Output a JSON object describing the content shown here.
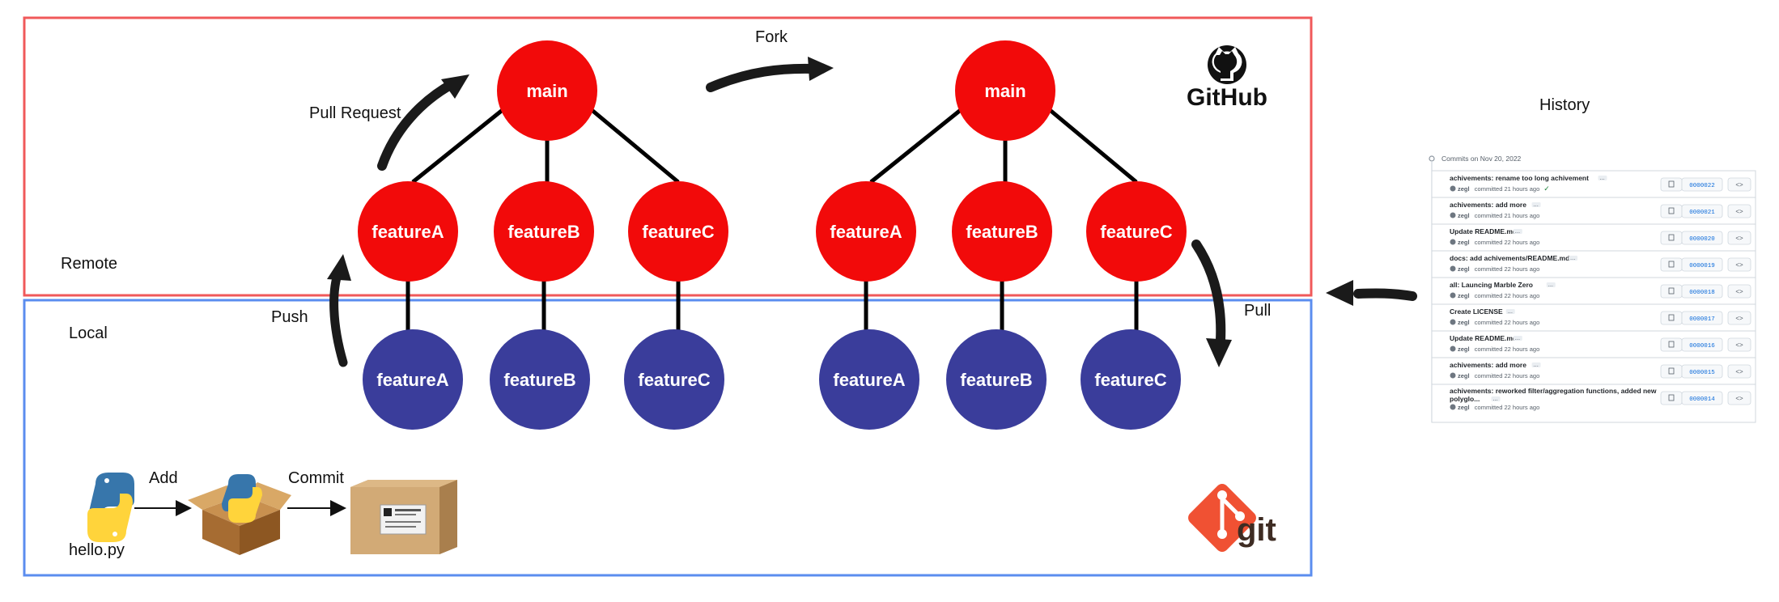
{
  "colors": {
    "remote_border": "#f0595a",
    "local_border": "#5b8def",
    "remote_node": "#f20a0a",
    "local_node": "#3a3d9b",
    "edge": "#000000"
  },
  "areas": {
    "remote_label": "Remote",
    "local_label": "Local"
  },
  "labels": {
    "pull_request": "Pull Request",
    "fork": "Fork",
    "push": "Push",
    "pull": "Pull",
    "add": "Add",
    "commit": "Commit",
    "hello_file": "hello.py",
    "history": "History"
  },
  "logos": {
    "github_text": "GitHub",
    "git_text": "git"
  },
  "left_repo": {
    "remote_root": "main",
    "remote_branches": [
      "featureA",
      "featureB",
      "featureC"
    ],
    "local_branches": [
      "featureA",
      "featureB",
      "featureC"
    ]
  },
  "right_repo": {
    "remote_root": "main",
    "remote_branches": [
      "featureA",
      "featureB",
      "featureC"
    ],
    "local_branches": [
      "featureA",
      "featureB",
      "featureC"
    ]
  },
  "history": {
    "date_header": "Commits on Nov 20, 2022",
    "commits": [
      {
        "title": "achivements: rename too long achivement",
        "author": "zegl",
        "time": "committed 21 hours ago",
        "sha": "0000022",
        "verified": true
      },
      {
        "title": "achivements: add more",
        "author": "zegl",
        "time": "committed 21 hours ago",
        "sha": "0000021",
        "verified": false
      },
      {
        "title": "Update README.md",
        "author": "zegl",
        "time": "committed 22 hours ago",
        "sha": "0000020",
        "verified": false
      },
      {
        "title": "docs: add achivements/README.md",
        "author": "zegl",
        "time": "committed 22 hours ago",
        "sha": "0000019",
        "verified": false
      },
      {
        "title": "all: Launcing Marble Zero",
        "author": "zegl",
        "time": "committed 22 hours ago",
        "sha": "0000018",
        "verified": false
      },
      {
        "title": "Create LICENSE",
        "author": "zegl",
        "time": "committed 22 hours ago",
        "sha": "0000017",
        "verified": false
      },
      {
        "title": "Update README.md",
        "author": "zegl",
        "time": "committed 22 hours ago",
        "sha": "0000016",
        "verified": false
      },
      {
        "title": "achivements: add more",
        "author": "zegl",
        "time": "committed 22 hours ago",
        "sha": "0000015",
        "verified": false
      },
      {
        "title": "achivements: reworked filter/aggregation functions, added new",
        "title2": "polyglo...",
        "author": "zegl",
        "time": "committed 22 hours ago",
        "sha": "0000014",
        "verified": false
      }
    ]
  }
}
